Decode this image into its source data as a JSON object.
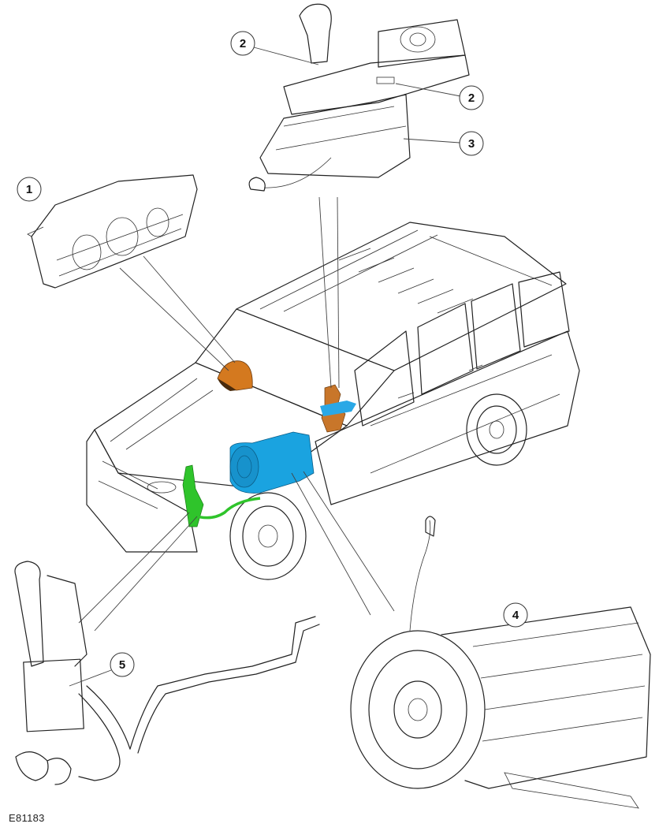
{
  "figure": {
    "reference": "E81183",
    "title": "Automatic transmission component location"
  },
  "callouts": [
    {
      "id": "1",
      "label": "1",
      "component": "instrument-cluster"
    },
    {
      "id": "2a",
      "label": "2",
      "component": "gear-selector-lever"
    },
    {
      "id": "2b",
      "label": "2",
      "component": "gear-selector-switch-panel"
    },
    {
      "id": "3",
      "label": "3",
      "component": "transmission-control-switch-housing"
    },
    {
      "id": "4",
      "label": "4",
      "component": "automatic-transmission"
    },
    {
      "id": "5",
      "label": "5",
      "component": "transmission-fluid-cooler-and-pipes"
    }
  ],
  "highlight_colors": {
    "instrument_cluster": "#d4791f",
    "selector": "#c8762a",
    "transmission": "#1aa3e0",
    "cooler": "#2fc42b"
  }
}
